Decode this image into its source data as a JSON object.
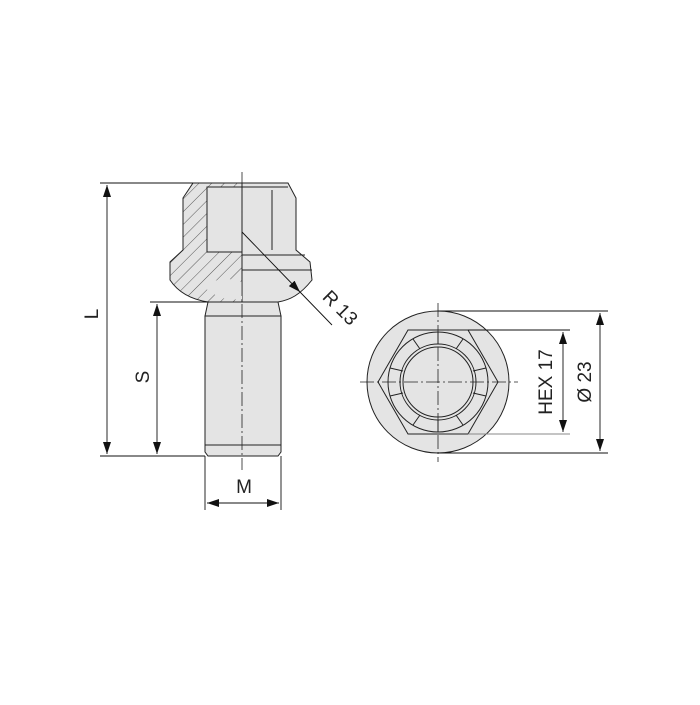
{
  "labels": {
    "length": "L",
    "thread_length": "S",
    "thread_size": "M",
    "radius": "R 13",
    "hex": "HEX 17",
    "diameter": "Ø 23"
  },
  "colors": {
    "fill": "#e4e4e4",
    "line": "#222222"
  }
}
